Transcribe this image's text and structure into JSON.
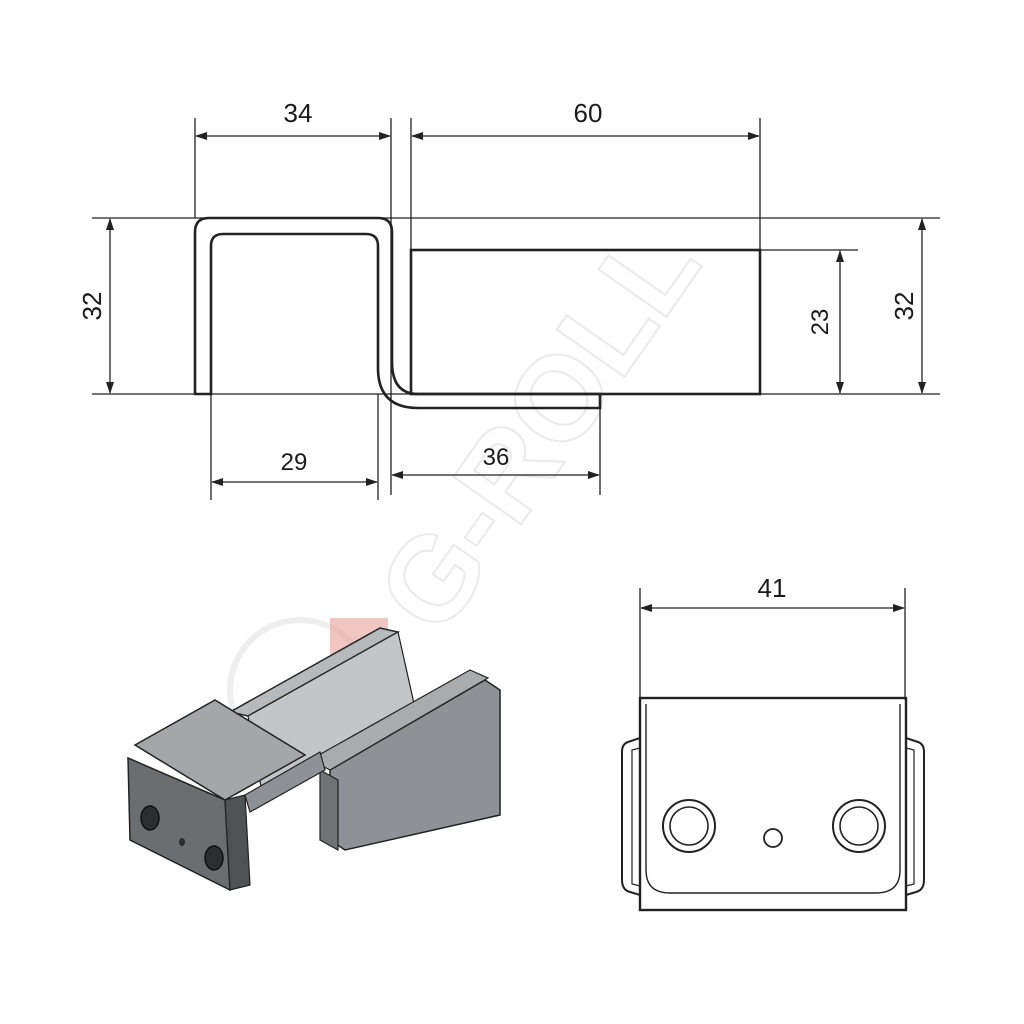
{
  "dimensions": {
    "side_top_left": "34",
    "side_top_right": "60",
    "side_left_height": "32",
    "side_right_inner_height": "23",
    "side_right_height": "32",
    "side_bottom_left": "29",
    "side_bottom_right": "36",
    "front_width": "41"
  },
  "watermark": {
    "text": "G-ROLL"
  },
  "colors": {
    "line": "#222222",
    "metal_dark": "#5f6366",
    "metal_mid": "#8e9296",
    "metal_light": "#c3c6c8",
    "watermark": "#d9d9d9",
    "accent": "#e8a09a"
  }
}
